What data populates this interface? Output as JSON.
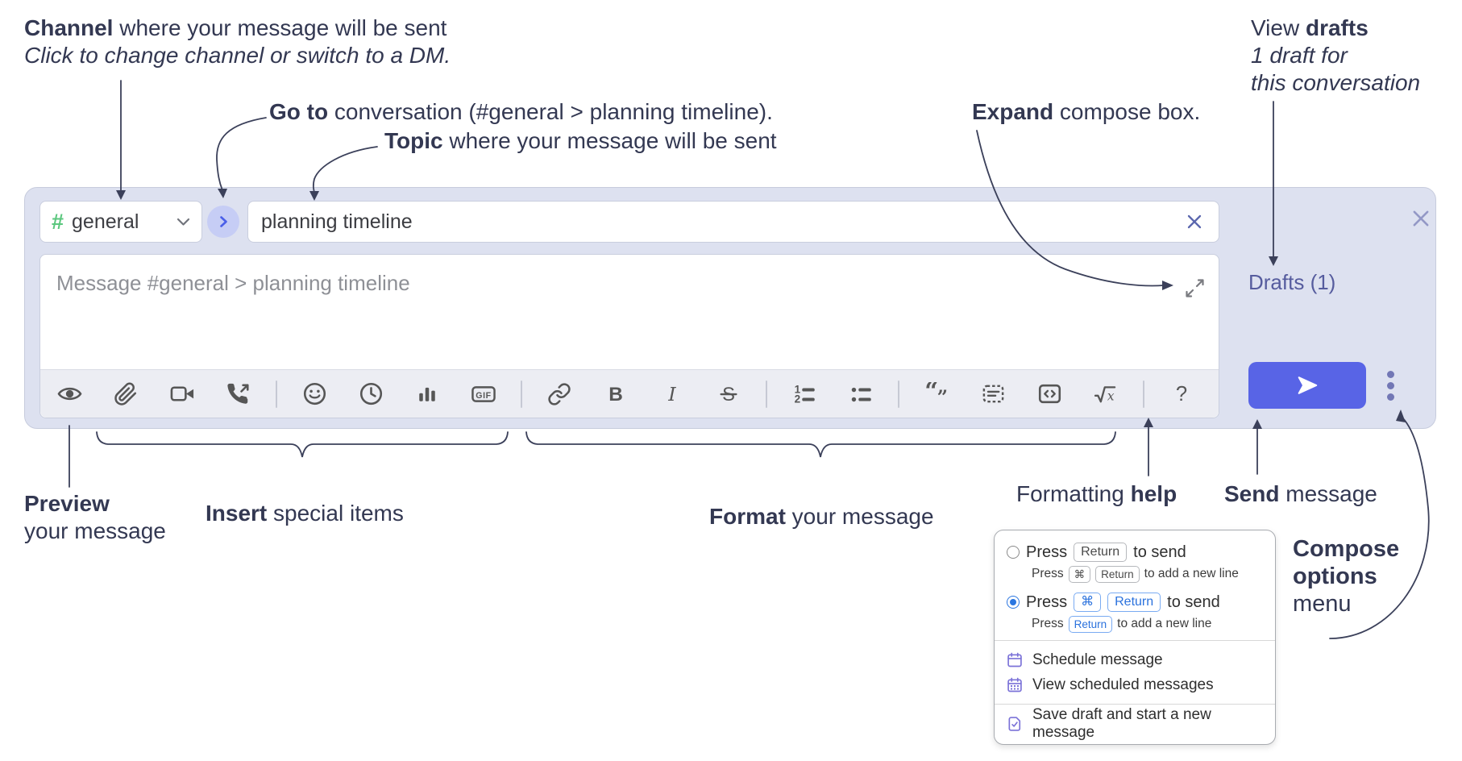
{
  "annotations": {
    "channel_line1_bold": "Channel",
    "channel_line1_rest": " where your message will be sent",
    "channel_line2": "Click to change channel or switch to a DM.",
    "goto_bold": "Go to",
    "goto_rest": " conversation (#general > planning timeline).",
    "topic_bold": "Topic",
    "topic_rest": " where your message will be sent",
    "expand_bold": "Expand",
    "expand_rest": " compose box.",
    "drafts_line1_pre": "View ",
    "drafts_line1_bold": "drafts",
    "drafts_line2": "1 draft for",
    "drafts_line3": "this conversation",
    "preview_bold": "Preview",
    "preview_line2": "your message",
    "insert_bold": "Insert",
    "insert_rest": " special items",
    "format_bold": "Format",
    "format_rest": " your message",
    "formatting_pre": "Formatting ",
    "formatting_bold": "help",
    "send_bold": "Send",
    "send_rest": " message",
    "compose_options_line1": "Compose",
    "compose_options_line2": "options",
    "compose_options_line3": "menu"
  },
  "compose": {
    "channel_hash": "#",
    "channel_name": "general",
    "topic_value": "planning timeline",
    "message_placeholder": "Message #general > planning timeline",
    "drafts_link": "Drafts (1)",
    "toolbar_icons": [
      "preview-eye",
      "attach-file",
      "video-call",
      "voice-call",
      "emoji",
      "global-time",
      "poll",
      "gif",
      "link",
      "bold",
      "italic",
      "strikethrough",
      "numbered-list",
      "bulleted-list",
      "quote",
      "spoiler",
      "code",
      "math",
      "help"
    ],
    "glyphs": {
      "gif": "GIF",
      "bold": "B",
      "italic": "I",
      "strike": "S",
      "quote_open": "“",
      "quote_close": "”",
      "math_x": "x",
      "help": "?"
    }
  },
  "options_menu": {
    "option1": {
      "selected": false,
      "pre": "Press",
      "kbd": "Return",
      "post": "to send",
      "sub_pre": "Press",
      "sub_kbd1": "⌘",
      "sub_kbd2": "Return",
      "sub_post": "to add a new line"
    },
    "option2": {
      "selected": true,
      "pre": "Press",
      "kbd1": "⌘",
      "kbd2": "Return",
      "post": "to send",
      "sub_pre": "Press",
      "sub_kbd": "Return",
      "sub_post": "to add a new line"
    },
    "items": [
      {
        "icon": "calendar-icon",
        "label": "Schedule message"
      },
      {
        "icon": "calendar-grid-icon",
        "label": "View scheduled messages"
      },
      {
        "icon": "save-draft-icon",
        "label": "Save draft and start a new message"
      }
    ]
  },
  "colors": {
    "compose_bg": "#dde1f0",
    "accent_send": "#5864e6",
    "drafts_link": "#565c9e",
    "hash_green": "#5bc77e",
    "jump_circle_bg": "#c6cdf5",
    "jump_arrow": "#4a5fe8",
    "selected_radio_blue": "#2b76e0",
    "kbd_blue": "#2b72dd",
    "menu_icon_purple": "#7b72d8",
    "annotation_ink": "#333852",
    "toolbar_icon": "#565656"
  }
}
